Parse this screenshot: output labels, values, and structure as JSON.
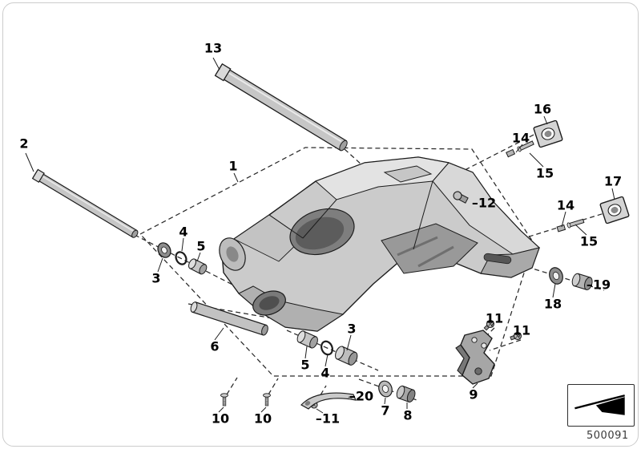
{
  "diagram": {
    "labels": [
      "13",
      "2",
      "1",
      "16",
      "14",
      "15",
      "17",
      "–12",
      "14",
      "15",
      "4",
      "5",
      "3",
      "–19",
      "18",
      "6",
      "3",
      "5",
      "4",
      "11",
      "11",
      "9",
      "–20",
      "7",
      "8",
      "10",
      "10",
      "–11"
    ],
    "footer": {
      "doc_number": "500091",
      "icon": "section-flag-icon"
    }
  }
}
